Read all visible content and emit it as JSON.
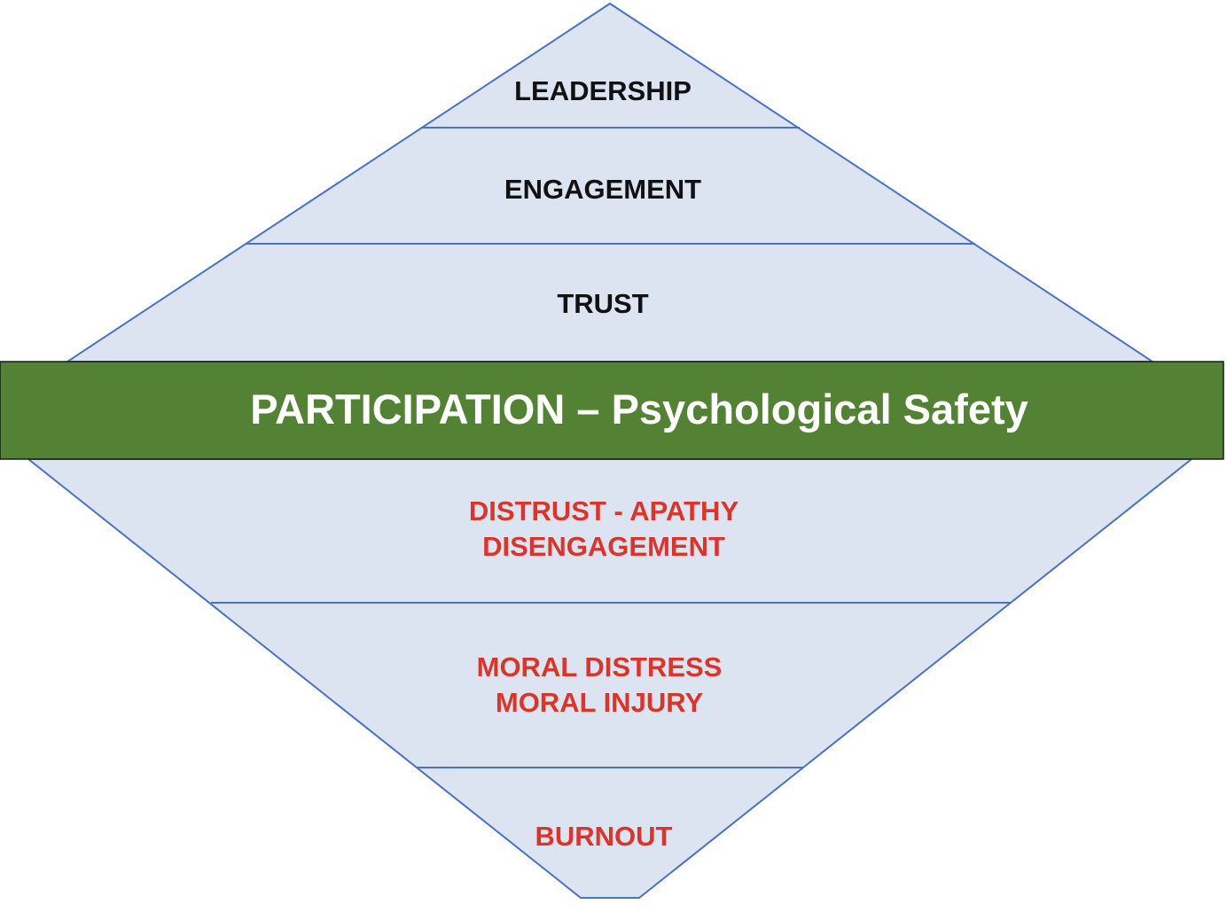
{
  "colors": {
    "fill": "#dce4f2",
    "stroke": "#4a72c0",
    "band": "#548235",
    "positive_text": "#111111",
    "negative_text": "#d9352b",
    "band_text": "#ffffff"
  },
  "upper_levels": [
    {
      "label": "LEADERSHIP"
    },
    {
      "label": "ENGAGEMENT"
    },
    {
      "label": "TRUST"
    }
  ],
  "band": {
    "label": "PARTICIPATION – Psychological Safety"
  },
  "lower_levels": [
    {
      "line1": "DISTRUST - APATHY",
      "line2": "DISENGAGEMENT"
    },
    {
      "line1": "MORAL DISTRESS",
      "line2": "MORAL INJURY"
    },
    {
      "line1": "BURNOUT"
    }
  ]
}
